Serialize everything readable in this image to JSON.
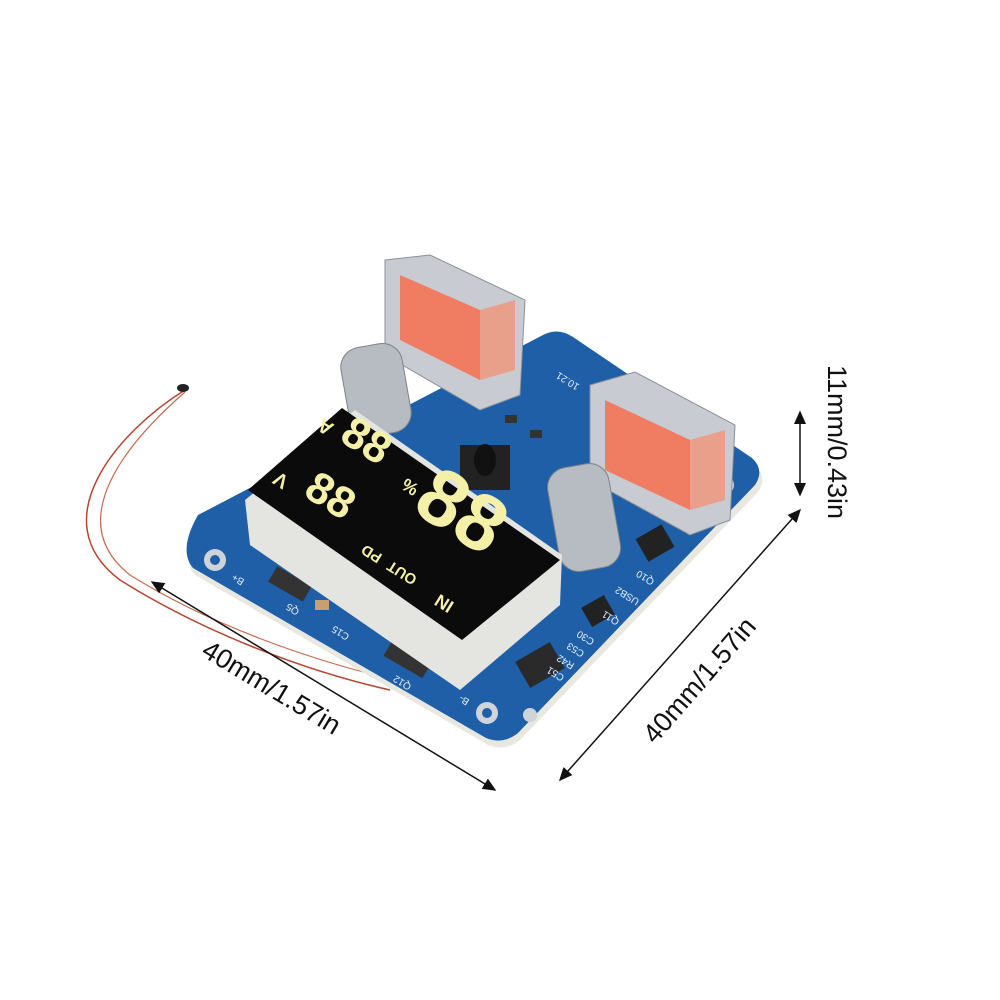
{
  "dimensions": {
    "height": "11mm/0.43in",
    "width_left": "40mm/1.57in",
    "width_right": "40mm/1.57in"
  },
  "display": {
    "top_digits": "88",
    "top_unit": "A",
    "percent": "%",
    "bottom_digits": "88",
    "bottom_unit": "V",
    "big_digits": "88",
    "label_in": "IN",
    "label_out": "OUT",
    "label_pd": "PD"
  },
  "silkscreen": {
    "usb2": "USB2",
    "q10": "Q10",
    "q11": "Q11",
    "c15": "C15",
    "q5": "Q5",
    "q12": "Q12",
    "bplus": "B+",
    "bminus": "B-",
    "c30": "C30",
    "c53": "C53",
    "r42": "R42",
    "c51": "C51",
    "version": "10.21"
  },
  "colors": {
    "board": "#1f5fa8",
    "usb_insert": "#f07c62",
    "display": "#0b0b0b",
    "segments": "#f4f0a8"
  }
}
